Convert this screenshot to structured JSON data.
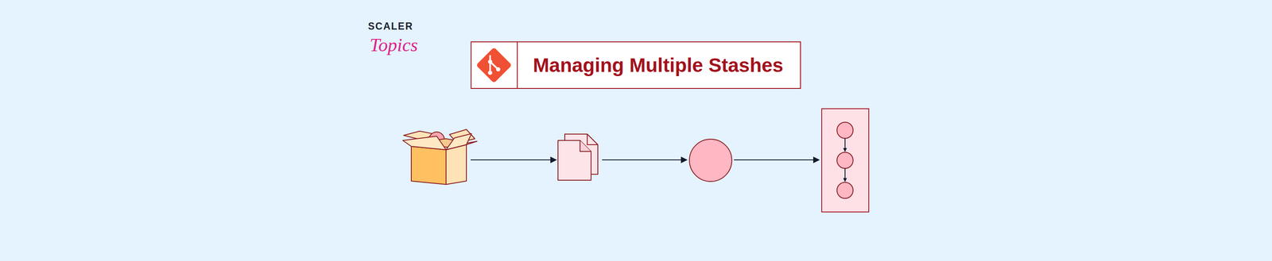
{
  "diagram": {
    "title": "Managing Multiple Stashes",
    "labels": [
      "SCALER",
      "Topics"
    ]
  }
}
